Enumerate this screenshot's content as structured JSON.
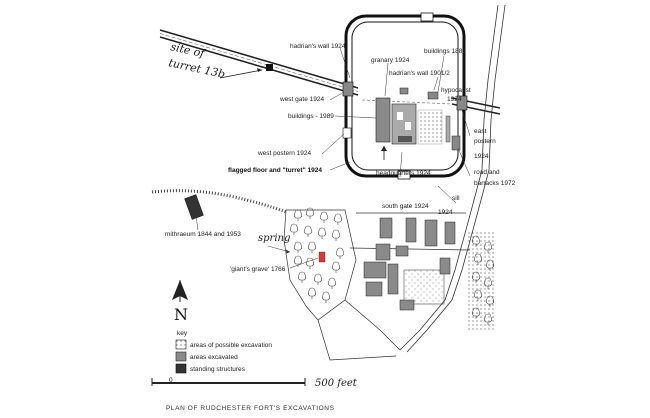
{
  "map": {
    "turret_label_1": "site of",
    "turret_label_2": "turret 13b",
    "labels": {
      "hadrians_wall_1924": "hadrian's wall  1924",
      "granary": "granary  1924",
      "buildings_1881": "buildings  1881",
      "hadrians_wall_1901": "hadrian's wall  1901/2",
      "west_gate": "west gate  1924",
      "hypocaust": "hypocaust",
      "hypocaust_year": "1924",
      "buildings_1989": "buildings - 1989",
      "east_postern_1": "east",
      "east_postern_2": "postern",
      "east_postern_3": "1924",
      "west_postern": "west postern  1924",
      "road_barracks_1": "road and",
      "road_barracks_2": "barracks  1972",
      "flagged_floor": "flagged floor and \"turret\"  1924",
      "headquarters": "headquarters  1924",
      "south_gate": "south gate  1924",
      "sill": "sill",
      "sill_year": "1924",
      "mithraeum": "mithraeum  1844 and 1953",
      "spring": "spring",
      "giants_grave": "'giant's grave'  1766"
    },
    "scale_label": "500 feet",
    "scale_zero": "0",
    "caption": "PLAN OF RUDCHESTER FORT'S EXCAVATIONS"
  },
  "key": {
    "title": "key",
    "items": [
      {
        "label": "areas of possible excavation"
      },
      {
        "label": "areas excavated"
      },
      {
        "label": "standing structures"
      }
    ]
  },
  "colors": {
    "ink": "#222222",
    "excavated": "#8a8a8a",
    "standing": "#3a3a3a",
    "highlight": "#d63a3a"
  }
}
